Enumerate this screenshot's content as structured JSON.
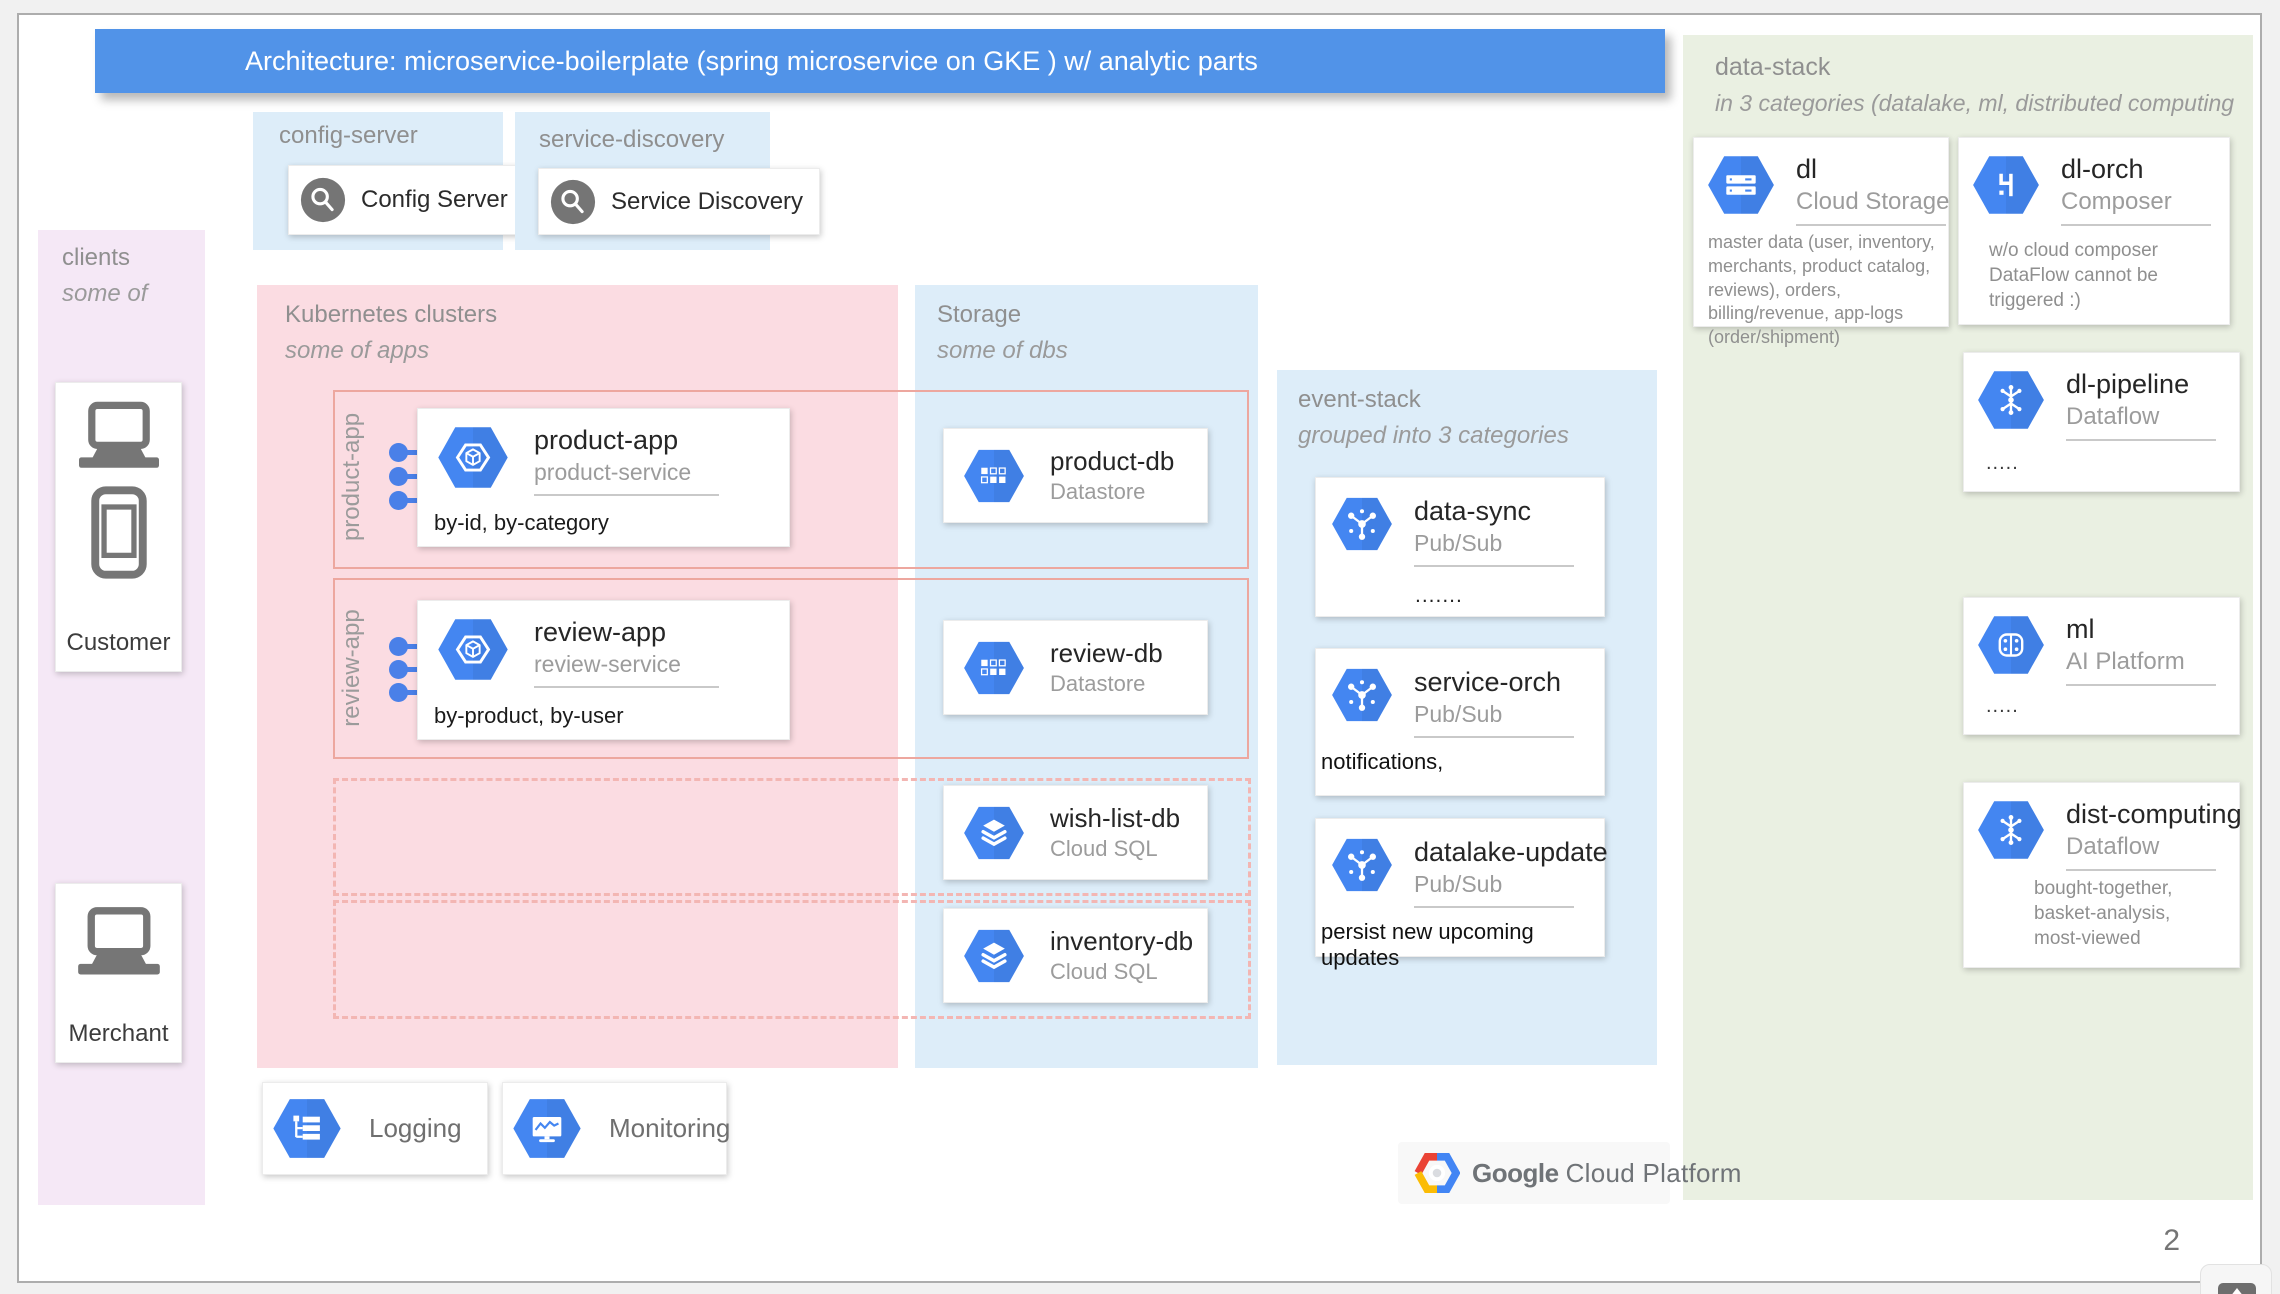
{
  "banner": {
    "text": "Architecture: microservice-boilerplate (spring microservice on GKE ) w/ analytic parts"
  },
  "clients_panel": {
    "label": "clients",
    "sublabel": "some of",
    "customer_label": "Customer",
    "merchant_label": "Merchant"
  },
  "config_panel": {
    "label": "config-server",
    "card_label": "Config Server"
  },
  "discovery_panel": {
    "label": "service-discovery",
    "card_label": "Service Discovery"
  },
  "kubernetes_panel": {
    "label": "Kubernetes clusters",
    "sublabel": "some of apps",
    "product_group_label": "product-app",
    "review_group_label": "review-app",
    "product_card": {
      "title": "product-app",
      "subtitle": "product-service",
      "note": "by-id, by-category"
    },
    "review_card": {
      "title": "review-app",
      "subtitle": "review-service",
      "note": "by-product, by-user"
    }
  },
  "storage_panel": {
    "label": "Storage",
    "sublabel": "some of dbs",
    "cards": [
      {
        "title": "product-db",
        "subtitle": "Datastore",
        "icon": "datastore-icon"
      },
      {
        "title": "review-db",
        "subtitle": "Datastore",
        "icon": "datastore-icon"
      },
      {
        "title": "wish-list-db",
        "subtitle": "Cloud SQL",
        "icon": "cloud-sql-icon"
      },
      {
        "title": "inventory-db",
        "subtitle": "Cloud SQL",
        "icon": "cloud-sql-icon"
      }
    ]
  },
  "event_panel": {
    "label": "event-stack",
    "sublabel": "grouped into 3 categories",
    "cards": [
      {
        "title": "data-sync",
        "subtitle": "Pub/Sub",
        "icon": "pubsub-icon",
        "note": "......."
      },
      {
        "title": "service-orch",
        "subtitle": "Pub/Sub",
        "icon": "pubsub-icon",
        "note": "notifications,"
      },
      {
        "title": "datalake-update",
        "subtitle": "Pub/Sub",
        "icon": "pubsub-icon",
        "note": "persist new upcoming updates"
      }
    ]
  },
  "data_stack_panel": {
    "label": "data-stack",
    "sublabel": "in 3 categories (datalake, ml, distributed computing",
    "cards": [
      {
        "title": "dl",
        "subtitle": "Cloud Storage",
        "icon": "cloud-storage-icon",
        "note": "master data (user, inventory, merchants, product catalog, reviews), orders, billing/revenue, app-logs (order/shipment)"
      },
      {
        "title": "dl-orch",
        "subtitle": "Composer",
        "icon": "composer-icon",
        "note": "w/o cloud composer DataFlow cannot be triggered :)"
      },
      {
        "title": "dl-pipeline",
        "subtitle": "Dataflow",
        "icon": "dataflow-icon",
        "note": "....."
      },
      {
        "title": "ml",
        "subtitle": "AI Platform",
        "icon": "ai-platform-icon",
        "note": "....."
      },
      {
        "title": "dist-computing",
        "subtitle": "Dataflow",
        "icon": "dataflow-icon",
        "note": "bought-together, basket-analysis, most-viewed"
      }
    ]
  },
  "footer": {
    "logging_label": "Logging",
    "monitoring_label": "Monitoring",
    "gcp_brand": "Google",
    "gcp_brand2": "Cloud Platform",
    "page_number": "2"
  },
  "icons": [
    "gke-icon",
    "datastore-icon",
    "cloud-sql-icon",
    "pubsub-icon",
    "cloud-storage-icon",
    "composer-icon",
    "dataflow-icon",
    "ai-platform-icon",
    "logging-icon",
    "monitoring-icon",
    "search-icon",
    "laptop-icon",
    "phone-icon",
    "gcp-logo-icon",
    "present-icon"
  ],
  "colors": {
    "banner_blue": "#5193e8",
    "hexagon_blue": "#4486f1",
    "panel_blue": "#ddedf9",
    "panel_pink": "#fbdce2",
    "panel_lavender": "#f5e8f6",
    "panel_green": "#eaf0e2",
    "group_border": "#eda79f",
    "dash_border": "#f3b6b3"
  }
}
